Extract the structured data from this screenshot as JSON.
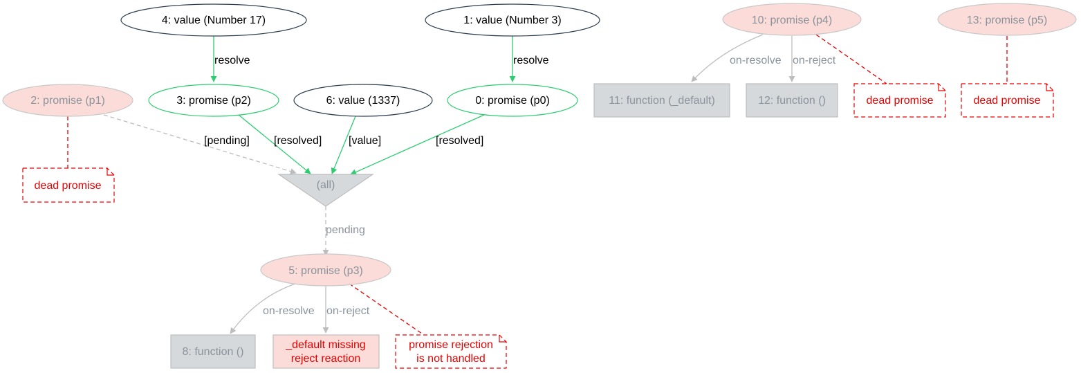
{
  "colors": {
    "resolved_edge": "#2ecc71",
    "neutral_edge": "#bdbdbd",
    "dead": "#e60000",
    "dark_stroke": "#2c3e50",
    "dead_fill": "#fbdcd8",
    "function_fill": "#d5d9dc",
    "muted_text": "#8a939b",
    "dark_text": "#000000"
  },
  "nodes": {
    "n4": "4: value (Number 17)",
    "n1": "1: value (Number 3)",
    "n10": "10: promise (p4)",
    "n13": "13: promise (p5)",
    "n2": "2: promise (p1)",
    "n3": "3: promise (p2)",
    "n6": "6: value (1337)",
    "n0": "0: promise (p0)",
    "n11": "11: function (_default)",
    "n12": "12: function ()",
    "dead_p4": "dead promise",
    "dead_p5": "dead promise",
    "dead_p1": "dead promise",
    "all": "(all)",
    "n5": "5: promise (p3)",
    "n8": "8: function ()",
    "missing_line1": "_default missing",
    "missing_line2": "reject reaction",
    "rejection_line1": "promise rejection",
    "rejection_line2": "is not handled"
  },
  "edges": {
    "resolve_left": "resolve",
    "resolve_right": "resolve",
    "pending_p1": "[pending]",
    "resolved_p2": "[resolved]",
    "value_1337": "[value]",
    "resolved_p0": "[resolved]",
    "pending_all": "pending",
    "on_resolve_p4": "on-resolve",
    "on_reject_p4": "on-reject",
    "on_resolve_p3": "on-resolve",
    "on_reject_p3": "on-reject"
  }
}
